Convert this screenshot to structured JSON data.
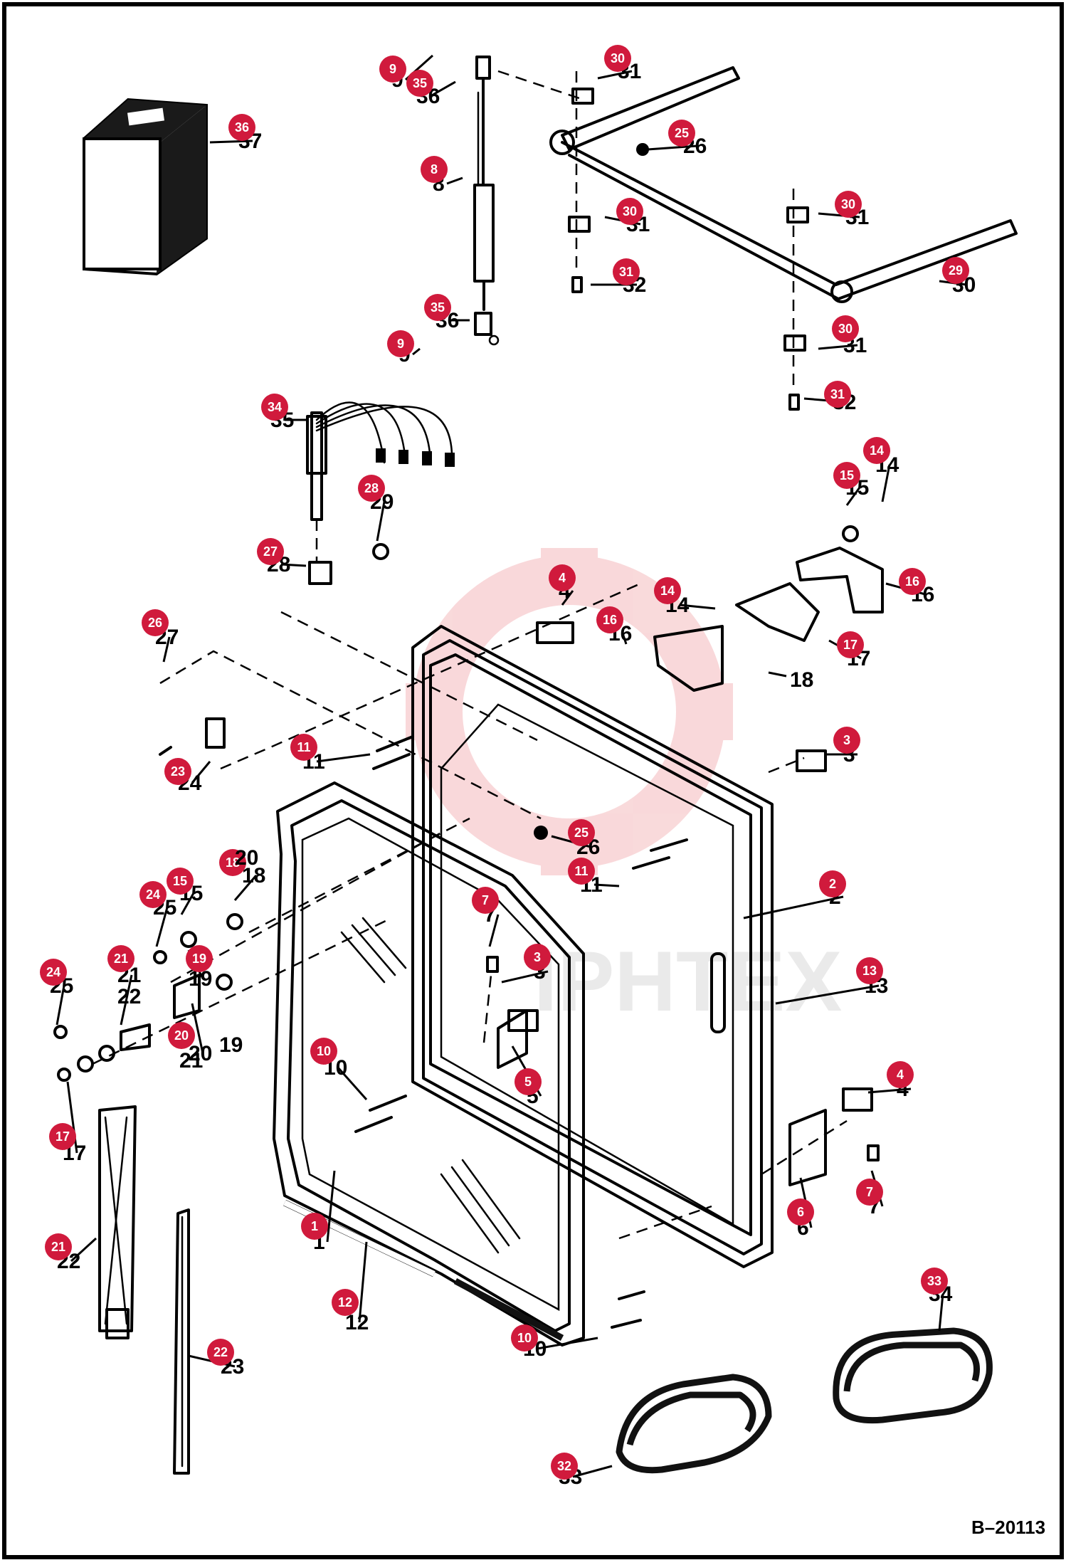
{
  "drawing": {
    "id": "B–20113",
    "watermark": "IPHTEX"
  },
  "callouts": [
    {
      "n": "1",
      "label": "1"
    },
    {
      "n": "2",
      "label": "2"
    },
    {
      "n": "3",
      "label": "3"
    },
    {
      "n": "3",
      "label": "3"
    },
    {
      "n": "4",
      "label": "4"
    },
    {
      "n": "4",
      "label": "4"
    },
    {
      "n": "5",
      "label": "5"
    },
    {
      "n": "6",
      "label": "6"
    },
    {
      "n": "7",
      "label": "7"
    },
    {
      "n": "7",
      "label": "7"
    },
    {
      "n": "8",
      "label": "8"
    },
    {
      "n": "9",
      "label": "9"
    },
    {
      "n": "9",
      "label": "9"
    },
    {
      "n": "10",
      "label": "10"
    },
    {
      "n": "10",
      "label": "10"
    },
    {
      "n": "11",
      "label": "11"
    },
    {
      "n": "11",
      "label": "11"
    },
    {
      "n": "12",
      "label": "12"
    },
    {
      "n": "13",
      "label": "13"
    },
    {
      "n": "14",
      "label": "14"
    },
    {
      "n": "14",
      "label": "14"
    },
    {
      "n": "15",
      "label": "15"
    },
    {
      "n": "15",
      "label": "15"
    },
    {
      "n": "16",
      "label": "16"
    },
    {
      "n": "16",
      "label": "16"
    },
    {
      "n": "17",
      "label": "17"
    },
    {
      "n": "17",
      "label": "17"
    },
    {
      "n": "18",
      "label": "18"
    },
    {
      "n": "19",
      "label": "19"
    },
    {
      "n": "20",
      "label": "20"
    },
    {
      "n": "21",
      "label": "21"
    },
    {
      "n": "21",
      "label": "22"
    },
    {
      "n": "22",
      "label": "23"
    },
    {
      "n": "23",
      "label": "24"
    },
    {
      "n": "24",
      "label": "25"
    },
    {
      "n": "24",
      "label": "25"
    },
    {
      "n": "25",
      "label": "26"
    },
    {
      "n": "25",
      "label": "26"
    },
    {
      "n": "26",
      "label": "27"
    },
    {
      "n": "27",
      "label": "28"
    },
    {
      "n": "28",
      "label": "29"
    },
    {
      "n": "29",
      "label": "30"
    },
    {
      "n": "30",
      "label": "31"
    },
    {
      "n": "30",
      "label": "31"
    },
    {
      "n": "30",
      "label": "31"
    },
    {
      "n": "30",
      "label": "31"
    },
    {
      "n": "31",
      "label": "32"
    },
    {
      "n": "31",
      "label": "32"
    },
    {
      "n": "32",
      "label": "33"
    },
    {
      "n": "33",
      "label": "34"
    },
    {
      "n": "34",
      "label": "35"
    },
    {
      "n": "35",
      "label": "36"
    },
    {
      "n": "35",
      "label": "36"
    },
    {
      "n": "36",
      "label": "37"
    }
  ],
  "plain_labels": [
    "18",
    "19",
    "20",
    "21",
    "22"
  ]
}
